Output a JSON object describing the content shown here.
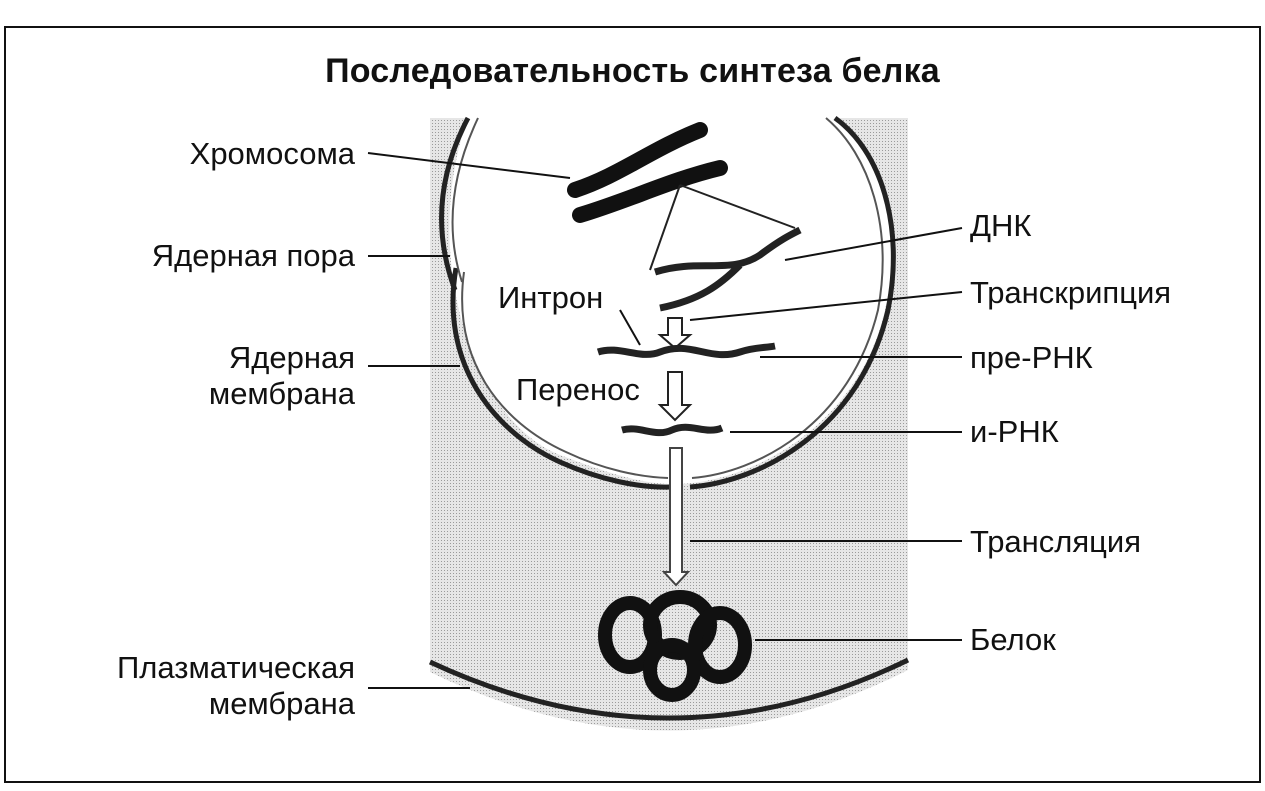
{
  "title": "Последовательность синтеза белка",
  "labels": {
    "chromosome": "Хромосома",
    "nuclear_pore": "Ядерная пора",
    "nuclear_membrane_1": "Ядерная",
    "nuclear_membrane_2": "мембрана",
    "plasma_membrane_1": "Плазматическая",
    "plasma_membrane_2": "мембрана",
    "intron": "Интрон",
    "transfer": "Перенос",
    "dna": "ДНК",
    "transcription": "Транскрипция",
    "pre_rna": "пре-РНК",
    "mrna": "и-РНК",
    "translation": "Трансляция",
    "protein": "Белок"
  }
}
